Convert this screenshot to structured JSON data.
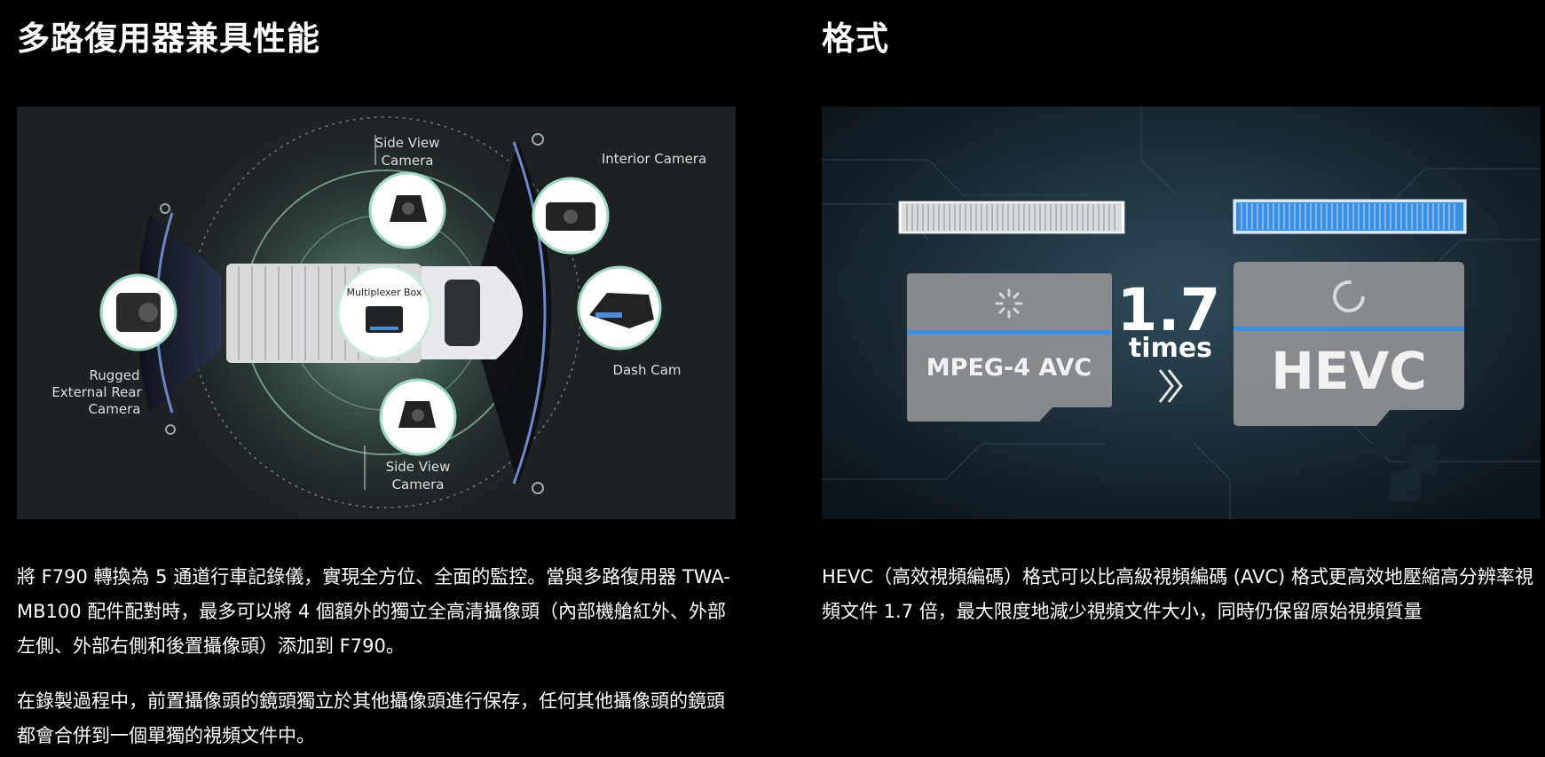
{
  "left": {
    "heading": "多路復用器兼具性能",
    "diagram": {
      "side_view_top": [
        "Side View",
        "Camera"
      ],
      "interior": "Interior Camera",
      "multiplexer": "Multiplexer Box",
      "rugged": [
        "Rugged",
        "External Rear",
        "Camera"
      ],
      "dash_cam": "Dash Cam",
      "side_view_bottom": [
        "Side View",
        "Camera"
      ]
    },
    "paragraph_1": "將 F790 轉換為 5 通道行車記錄儀，實現全方位、全面的監控。當與多路復用器 TWA-MB100 配件配對時，最多可以將 4 個額外的獨立全高清攝像頭（內部機艙紅外、外部左側、外部右側和後置攝像頭）添加到 F790。",
    "paragraph_2": "在錄製過程中，前置攝像頭的鏡頭獨立於其他攝像頭進行保存，任何其他攝像頭的鏡頭都會合併到一個單獨的視頻文件中。"
  },
  "right": {
    "heading": "格式",
    "figure": {
      "left_card": "MPEG-4 AVC",
      "ratio": "1.7",
      "ratio_unit": "times",
      "right_card": "HEVC"
    },
    "paragraph": "HEVC（高效視頻編碼）格式可以比高級視頻編碼 (AVC) 格式更高效地壓縮高分辨率視頻文件 1.7 倍，最大限度地減少視頻文件大小，同時仍保留原始視頻質量"
  },
  "colors": {
    "background": "#000000",
    "accent_blue": "#3a8fe0",
    "glow_green": "#8fd9b6"
  }
}
